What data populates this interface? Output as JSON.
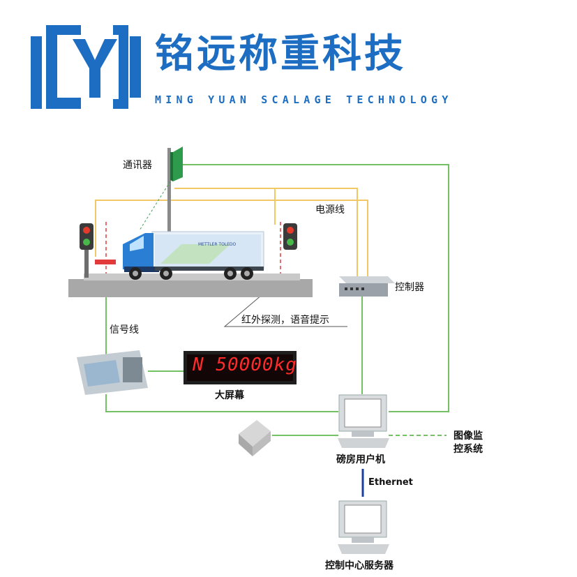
{
  "brand": {
    "name_cn": "铭远称重科技",
    "name_en": "MING YUAN SCALAGE TECHNOLOGY",
    "logo_icon": "my-logo-icon",
    "color": "#1d6ec2"
  },
  "labels": {
    "communicator": "通讯器",
    "power_line": "电源线",
    "controller": "控制器",
    "infrared": "红外探测，语音提示",
    "signal_line": "信号线",
    "big_screen": "大屏幕",
    "display_value": "N 50000kg",
    "weigh_room_pc": "磅房用户机",
    "image_monitor_1": "图像监",
    "image_monitor_2": "控系统",
    "ethernet": "Ethernet",
    "control_center": "控制中心服务器",
    "truck_logo": "METTLER TOLEDO"
  },
  "colors": {
    "green_line": "#74c164",
    "yellow_line": "#f2c766",
    "platform": "#a8a8a8",
    "ethernet_line": "#1a3f9c",
    "truck_cab": "#2a7fd4"
  }
}
